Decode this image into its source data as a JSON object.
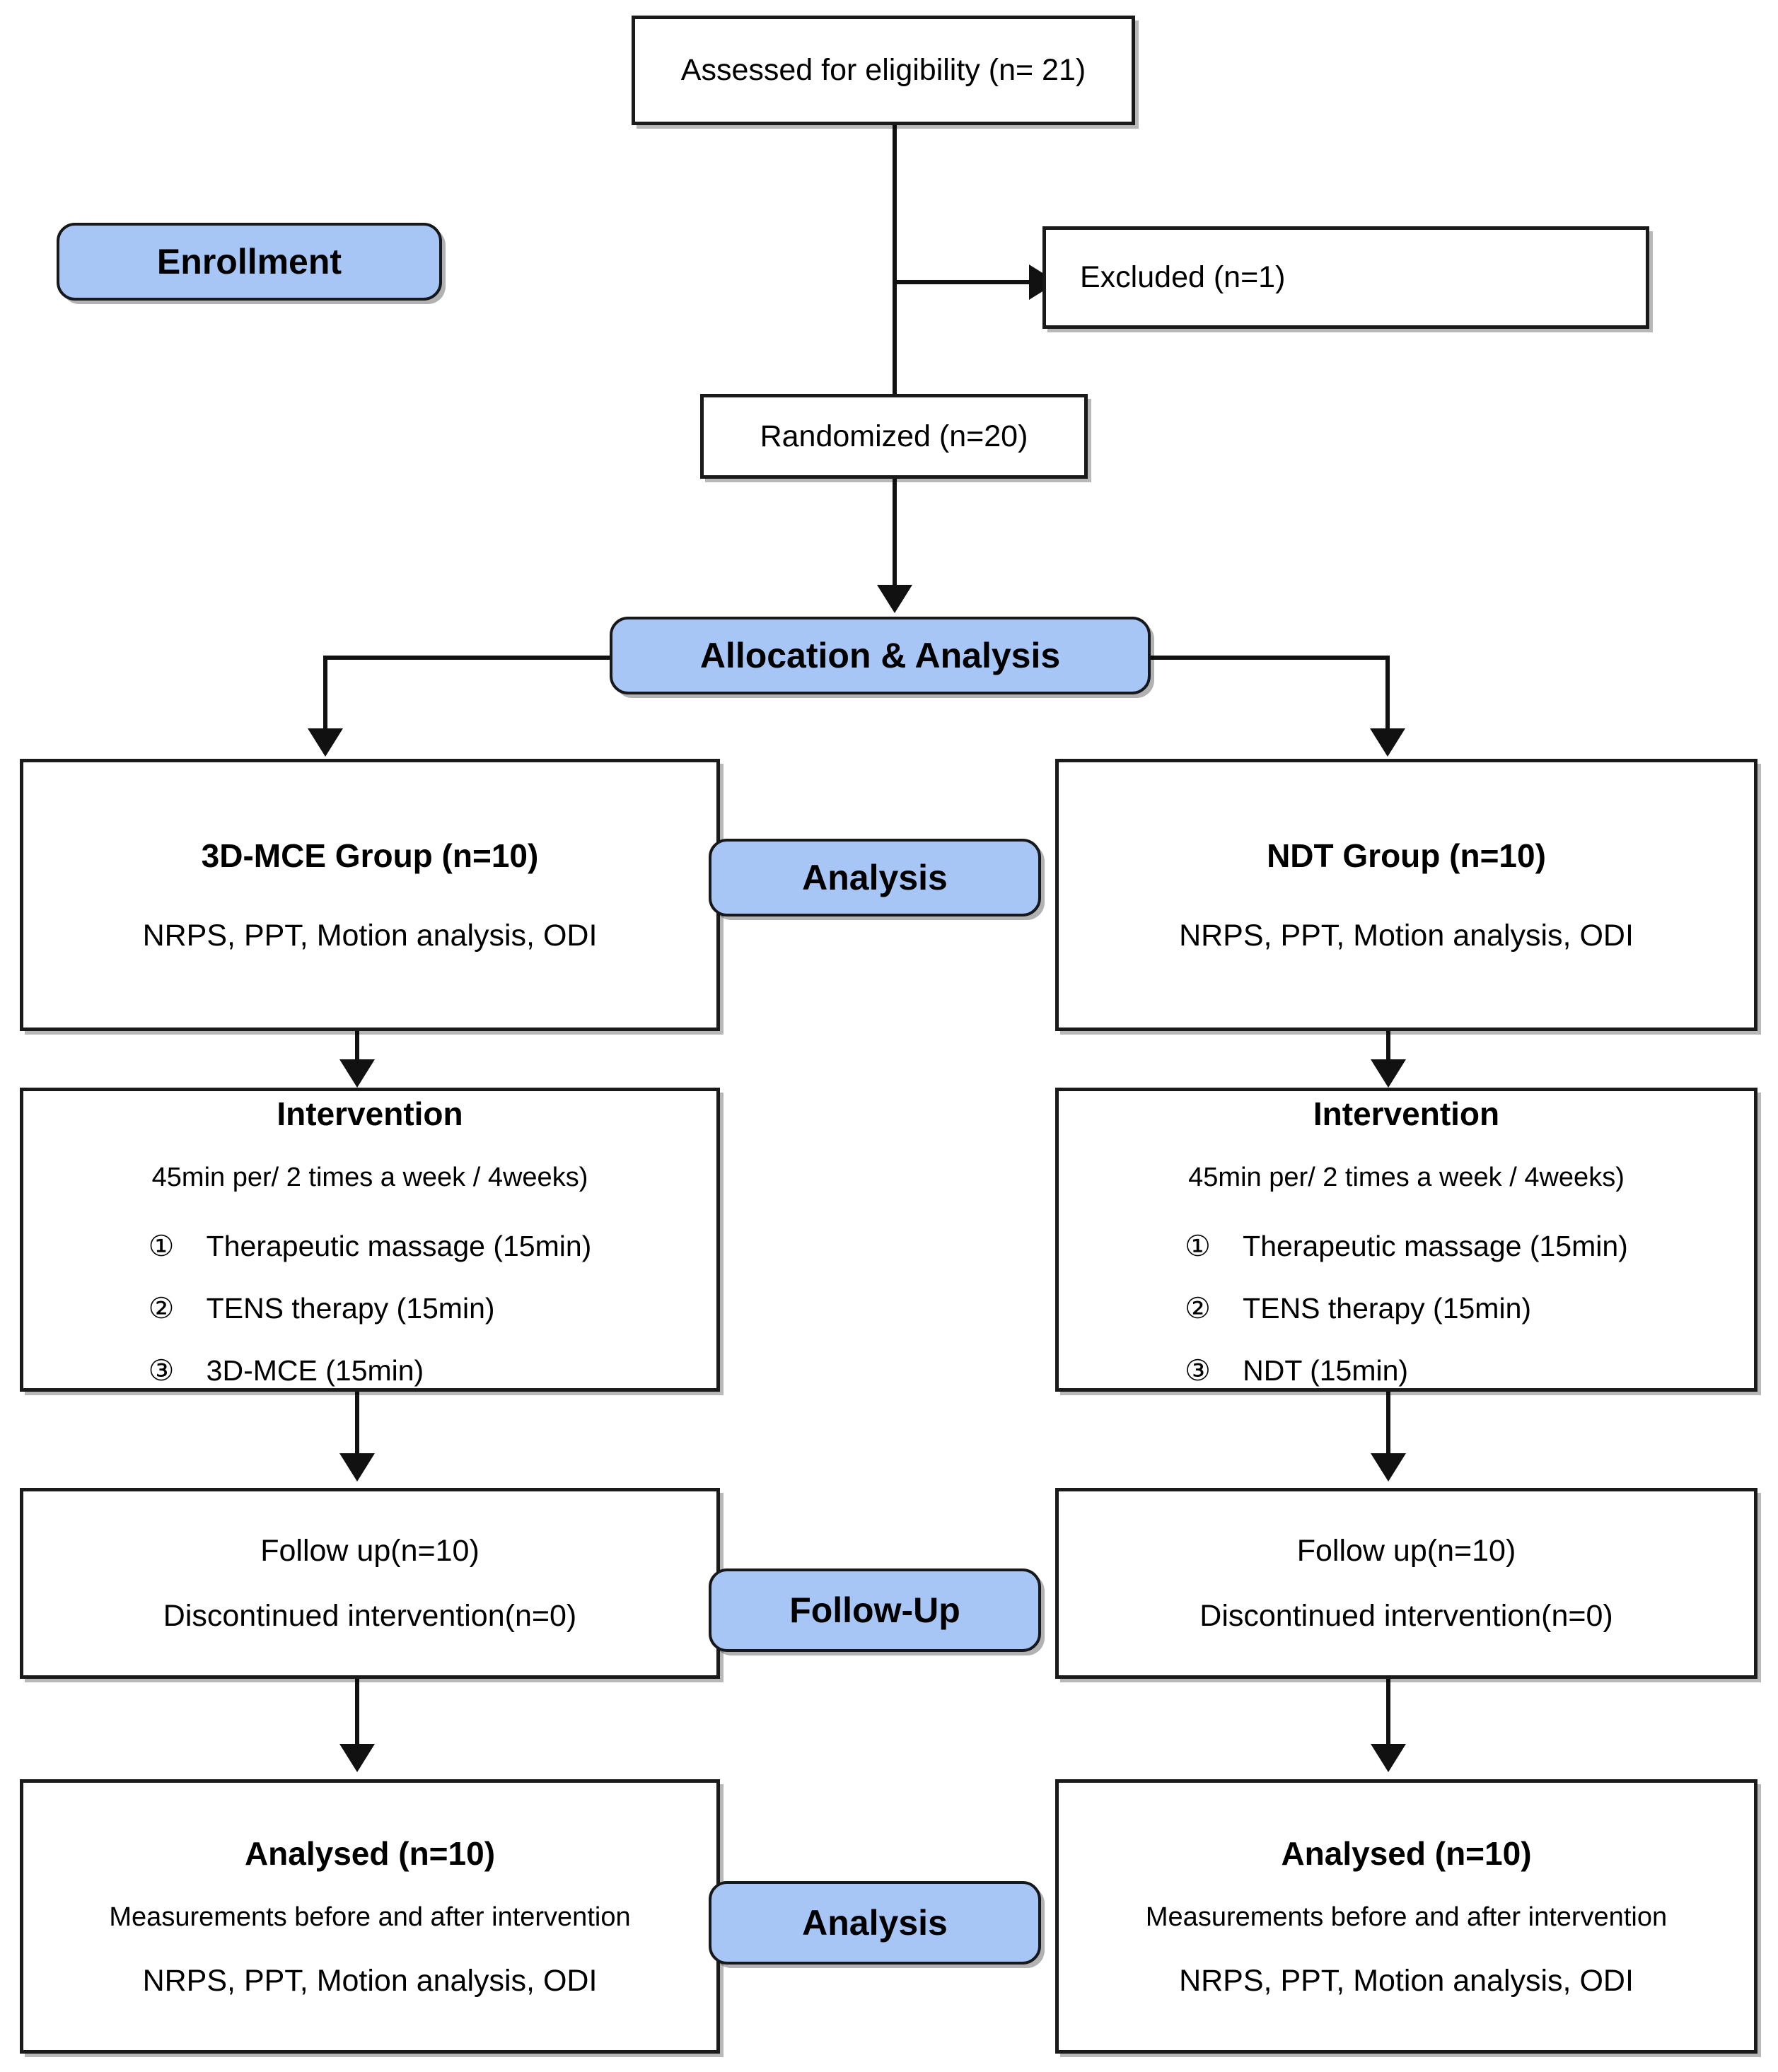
{
  "diagram": {
    "title": "CONSORT participant flow diagram",
    "accent_color": "#a8c6f5",
    "line_color": "#111111",
    "box_border_color": "#1a1a1a"
  },
  "stage_badges": {
    "enrollment": "Enrollment",
    "allocation_analysis": "Allocation & Analysis",
    "analysis_mid": "Analysis",
    "follow_up": "Follow-Up",
    "analysis_bottom": "Analysis"
  },
  "enrollment": {
    "assessed": "Assessed for eligibility (n= 21)",
    "excluded": "Excluded (n=1)",
    "randomized": "Randomized (n=20)"
  },
  "groups": {
    "left": {
      "title": "3D-MCE Group (n=10)",
      "measures": "NRPS, PPT, Motion analysis, ODI",
      "intervention": {
        "heading": "Intervention",
        "dosage": "45min per/ 2 times a week / 4weeks)",
        "items": [
          {
            "num": "①",
            "text": "Therapeutic massage (15min)"
          },
          {
            "num": "②",
            "text": "TENS therapy (15min)"
          },
          {
            "num": "③",
            "text": "3D-MCE (15min)"
          }
        ]
      },
      "followup": {
        "line1": "Follow up(n=10)",
        "line2": "Discontinued intervention(n=0)"
      },
      "analysed": {
        "heading": "Analysed (n=10)",
        "line1": "Measurements before and after intervention",
        "line2": "NRPS, PPT, Motion analysis, ODI"
      }
    },
    "right": {
      "title": "NDT Group (n=10)",
      "measures": "NRPS, PPT, Motion analysis, ODI",
      "intervention": {
        "heading": "Intervention",
        "dosage": "45min per/ 2 times a week / 4weeks)",
        "items": [
          {
            "num": "①",
            "text": "Therapeutic massage (15min)"
          },
          {
            "num": "②",
            "text": "TENS therapy (15min)"
          },
          {
            "num": "③",
            "text": "NDT (15min)"
          }
        ]
      },
      "followup": {
        "line1": "Follow up(n=10)",
        "line2": "Discontinued intervention(n=0)"
      },
      "analysed": {
        "heading": "Analysed (n=10)",
        "line1": "Measurements before and after intervention",
        "line2": "NRPS, PPT, Motion analysis, ODI"
      }
    }
  }
}
